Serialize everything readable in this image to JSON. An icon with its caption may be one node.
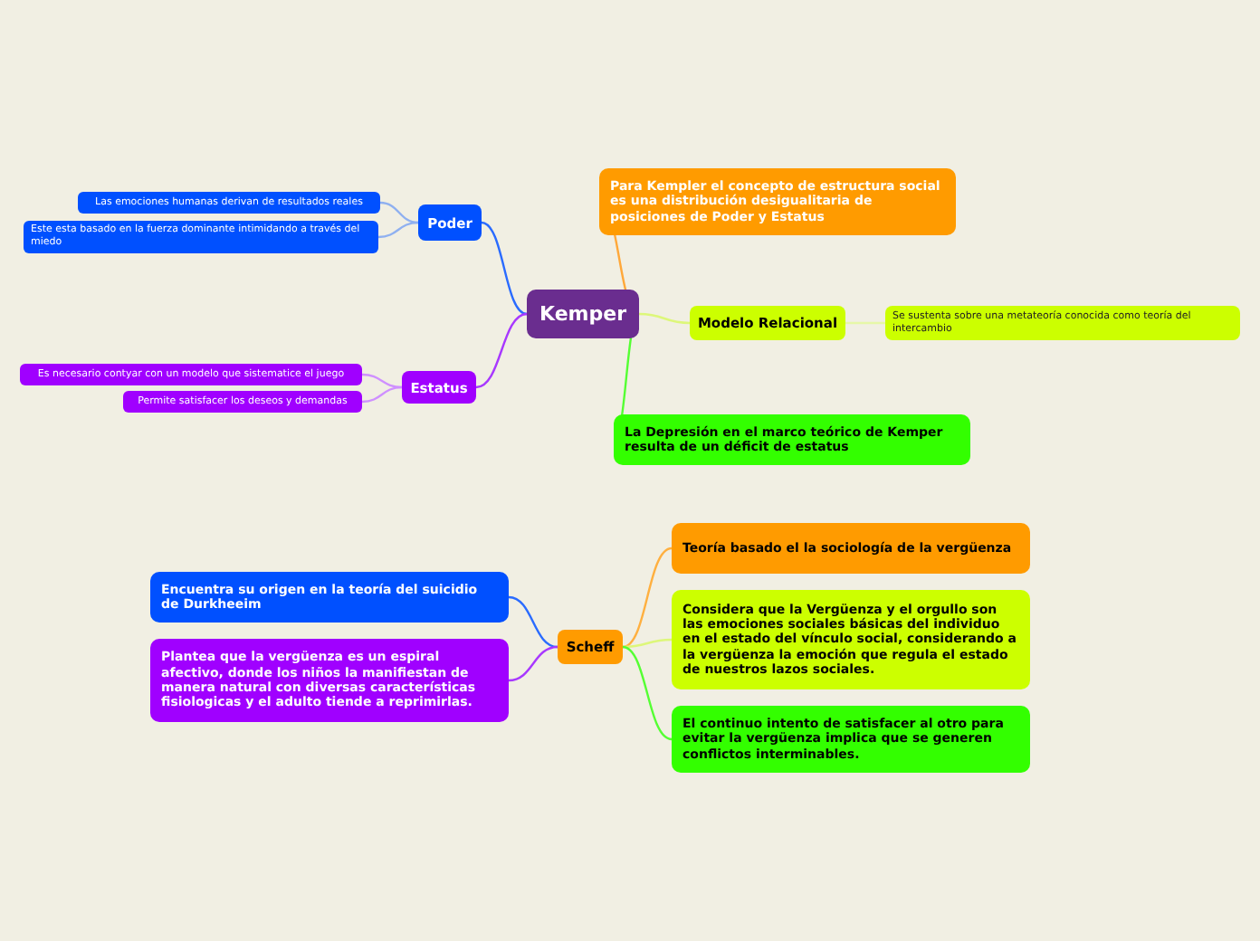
{
  "diagram": {
    "nodes": [
      {
        "text": [
          "Kemper"
        ]
      },
      {
        "text": [
          "Poder"
        ]
      },
      {
        "text": [
          "Las emociones humanas derivan de resultados reales"
        ]
      },
      {
        "text": [
          "Este esta basado en la fuerza dominante intimidando a través del miedo"
        ]
      },
      {
        "text": [
          "Estatus"
        ]
      },
      {
        "text": [
          "Es necesario contyar con un modelo que sistematice el juego"
        ]
      },
      {
        "text": [
          "Permite satisfacer los deseos y demandas"
        ]
      },
      {
        "text": [
          "Para Kempler el concepto de estructura social es una distribución desigualitaria de posiciones de Poder y Estatus"
        ]
      },
      {
        "text": [
          "Modelo Relacional"
        ]
      },
      {
        "text": [
          "Se sustenta sobre una metateoría conocida como teoría del intercambio"
        ]
      },
      {
        "text": [
          "La Depresión en el marco teórico de Kemper resulta de un déficit de estatus"
        ]
      },
      {
        "text": [
          "Scheff"
        ]
      },
      {
        "text": [
          "Encuentra su origen en la teoría del suicidio de Durkheeim"
        ]
      },
      {
        "text": [
          "Plantea que la vergüenza es un espiral afectivo, donde los niños la manifiestan de manera natural con diversas características fisiologicas y el adulto tiende a reprimirlas."
        ]
      },
      {
        "text": [
          "Teoría basado el la sociología de la vergüenza"
        ]
      },
      {
        "text": [
          "Considera que la Vergüenza y el orgullo son las emociones sociales básicas del individuo en el estado del vínculo social, considerando a la vergüenza la emoción que regula el estado de nuestros lazos sociales."
        ]
      },
      {
        "text": [
          "El continuo intento de satisfacer al otro para evitar la vergüenza implica que se generen conflictos interminables."
        ]
      }
    ],
    "edges": [
      {
        "from": 0,
        "to": 1,
        "arrow": "none",
        "color": "#2a6bff"
      },
      {
        "from": 1,
        "to": 2,
        "arrow": "none",
        "color": "#8fb0f0"
      },
      {
        "from": 1,
        "to": 3,
        "arrow": "none",
        "color": "#8fb0f0"
      },
      {
        "from": 0,
        "to": 4,
        "arrow": "none",
        "color": "#a838ff"
      },
      {
        "from": 4,
        "to": 5,
        "arrow": "none",
        "color": "#cf90ff"
      },
      {
        "from": 4,
        "to": 6,
        "arrow": "none",
        "color": "#cf90ff"
      },
      {
        "from": 0,
        "to": 7,
        "arrow": "none",
        "color": "#ffa83a"
      },
      {
        "from": 0,
        "to": 8,
        "arrow": "none",
        "color": "#ddf77a"
      },
      {
        "from": 8,
        "to": 9,
        "arrow": "none",
        "color": "#e6f7a8"
      },
      {
        "from": 0,
        "to": 10,
        "arrow": "none",
        "color": "#55ff33"
      },
      {
        "from": 11,
        "to": 12,
        "arrow": "none",
        "color": "#2a6bff"
      },
      {
        "from": 11,
        "to": 13,
        "arrow": "none",
        "color": "#a838ff"
      },
      {
        "from": 11,
        "to": 14,
        "arrow": "none",
        "color": "#ffb040"
      },
      {
        "from": 11,
        "to": 15,
        "arrow": "none",
        "color": "#ddf77a"
      },
      {
        "from": 11,
        "to": 16,
        "arrow": "none",
        "color": "#55ff33"
      }
    ]
  }
}
